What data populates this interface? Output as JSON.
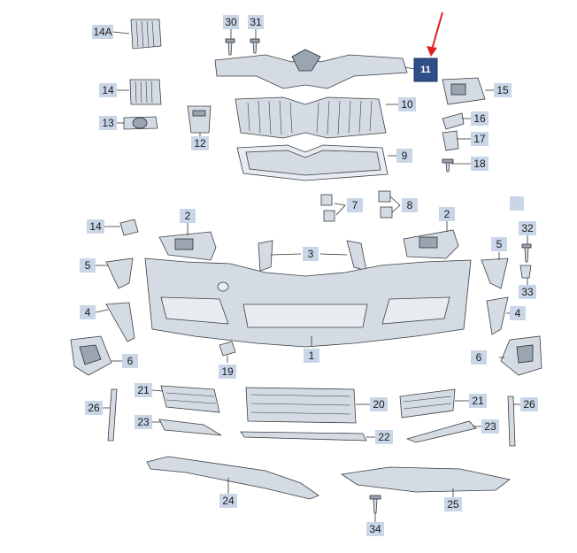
{
  "callouts": [
    {
      "id": "c-14a",
      "text": "14A"
    },
    {
      "id": "c-30",
      "text": "30"
    },
    {
      "id": "c-31",
      "text": "31"
    },
    {
      "id": "c-11",
      "text": "11"
    },
    {
      "id": "c-15",
      "text": "15"
    },
    {
      "id": "c-14",
      "text": "14"
    },
    {
      "id": "c-10",
      "text": "10"
    },
    {
      "id": "c-13",
      "text": "13"
    },
    {
      "id": "c-16",
      "text": "16"
    },
    {
      "id": "c-12",
      "text": "12"
    },
    {
      "id": "c-17",
      "text": "17"
    },
    {
      "id": "c-9",
      "text": "9"
    },
    {
      "id": "c-18",
      "text": "18"
    },
    {
      "id": "c-7",
      "text": "7"
    },
    {
      "id": "c-8",
      "text": "8"
    },
    {
      "id": "c-14b",
      "text": "14"
    },
    {
      "id": "c-2a",
      "text": "2"
    },
    {
      "id": "c-2b",
      "text": "2"
    },
    {
      "id": "c-32",
      "text": "32"
    },
    {
      "id": "c-5a",
      "text": "5"
    },
    {
      "id": "c-3",
      "text": "3"
    },
    {
      "id": "c-5b",
      "text": "5"
    },
    {
      "id": "c-33",
      "text": "33"
    },
    {
      "id": "c-4a",
      "text": "4"
    },
    {
      "id": "c-4b",
      "text": "4"
    },
    {
      "id": "c-1",
      "text": "1"
    },
    {
      "id": "c-6a",
      "text": "6"
    },
    {
      "id": "c-6b",
      "text": "6"
    },
    {
      "id": "c-19",
      "text": "19"
    },
    {
      "id": "c-21a",
      "text": "21"
    },
    {
      "id": "c-21b",
      "text": "21"
    },
    {
      "id": "c-20",
      "text": "20"
    },
    {
      "id": "c-26a",
      "text": "26"
    },
    {
      "id": "c-26b",
      "text": "26"
    },
    {
      "id": "c-23a",
      "text": "23"
    },
    {
      "id": "c-23b",
      "text": "23"
    },
    {
      "id": "c-22",
      "text": "22"
    },
    {
      "id": "c-24",
      "text": "24"
    },
    {
      "id": "c-25",
      "text": "25"
    },
    {
      "id": "c-34",
      "text": "34"
    }
  ],
  "highlight": {
    "callout": "11",
    "box_color": "#2f4d86",
    "arrow_color": "#e02020"
  },
  "colors": {
    "callout_box": "#c9d6e8",
    "part_fill": "#d4dbe3",
    "outline": "#3a3f45"
  }
}
